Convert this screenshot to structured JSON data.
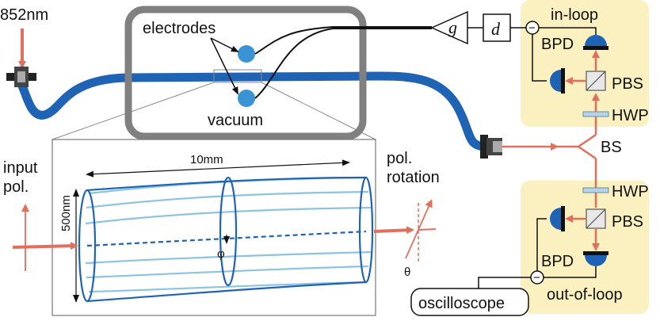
{
  "labels": {
    "wavelength": "852nm",
    "electrodes": "electrodes",
    "vacuum": "vacuum",
    "gain": "g",
    "delay": "d",
    "in_loop": "in-loop",
    "out_of_loop": "out-of-loop",
    "bpd_top": "BPD",
    "bpd_bottom": "BPD",
    "pbs_top": "PBS",
    "pbs_bottom": "PBS",
    "hwp_top": "HWP",
    "hwp_bottom": "HWP",
    "bs": "BS",
    "oscilloscope": "oscilloscope",
    "length": "10mm",
    "diameter": "500nm",
    "input_pol_line1": "input",
    "input_pol_line2": "pol.",
    "pol_rotation_line1": "pol.",
    "pol_rotation_line2": "rotation",
    "phi": "φ",
    "theta": "θ",
    "minus_top": "−",
    "minus_bottom": "−"
  },
  "colors": {
    "fiber": "#1f63b5",
    "beam": "#e0705c",
    "chamber": "#808080",
    "zone": "#fbf0c0",
    "electrode": "#3a93d4",
    "taper_line": "#8cc3e0",
    "taper_outline": "#1f63b5"
  }
}
